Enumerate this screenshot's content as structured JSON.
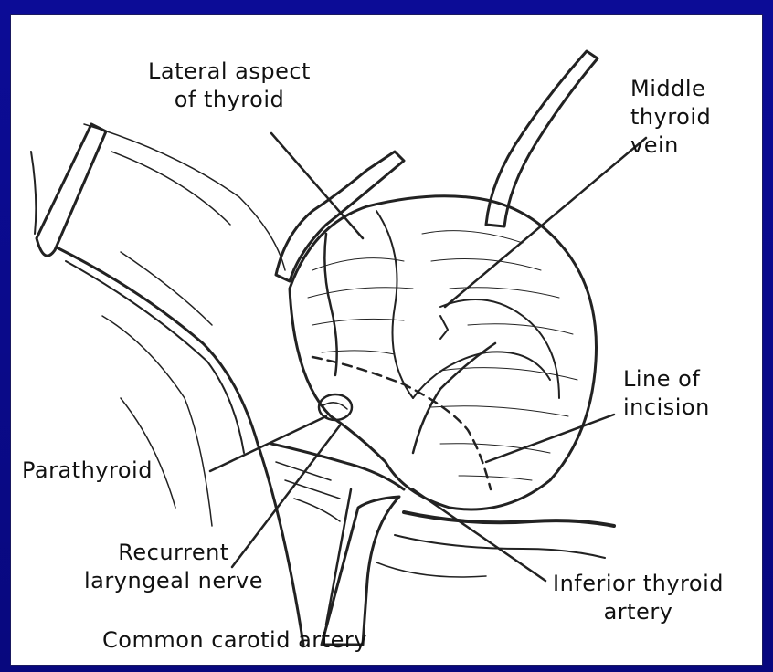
{
  "diagram": {
    "labels": {
      "lateral_aspect": [
        "Lateral aspect",
        "of thyroid"
      ],
      "middle_vein": [
        "Middle",
        "thyroid",
        "vein"
      ],
      "line_incision": [
        "Line of",
        "incision"
      ],
      "parathyroid": "Parathyroid",
      "recurrent_nerve": [
        "Recurrent",
        "laryngeal nerve"
      ],
      "inferior_artery": [
        "Inferior thyroid",
        "artery"
      ],
      "common_carotid": "Common carotid artery"
    }
  }
}
